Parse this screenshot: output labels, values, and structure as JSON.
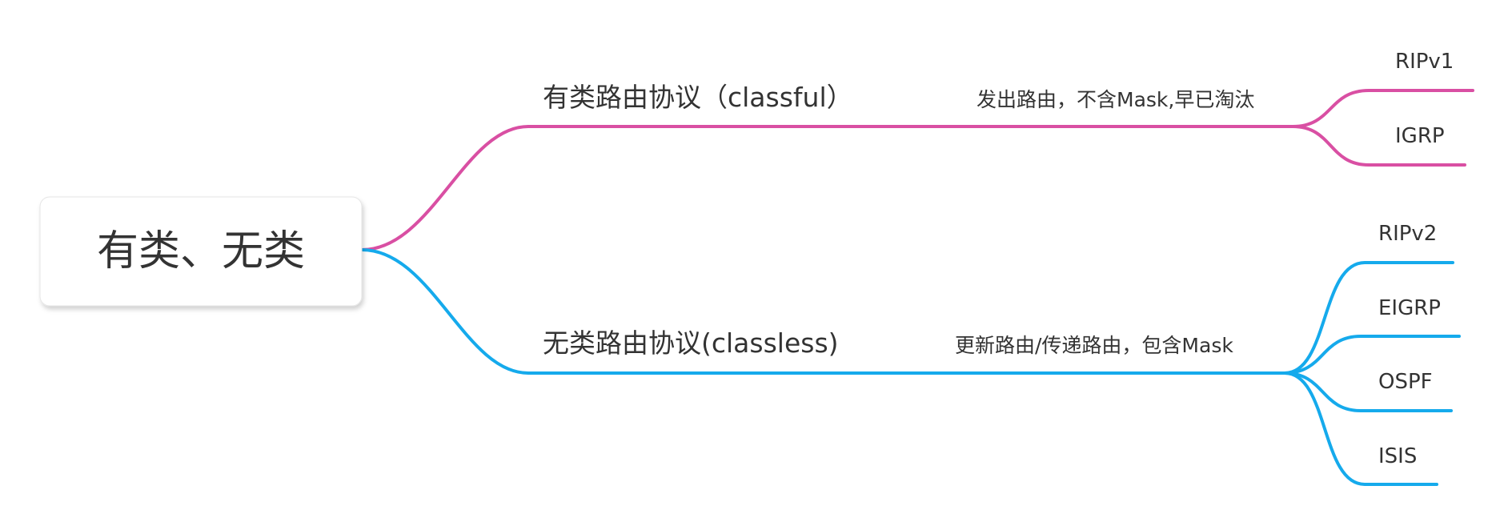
{
  "root": {
    "label": "有类、无类"
  },
  "branches": [
    {
      "label": "有类路由协议（classful）",
      "note": "发出路由，不含Mask,早已淘汰",
      "color": "#D94FA3",
      "leaves": [
        {
          "label": "RIPv1"
        },
        {
          "label": "IGRP"
        }
      ]
    },
    {
      "label": "无类路由协议(classless)",
      "note": "更新路由/传递路由，包含Mask",
      "color": "#15AAEC",
      "leaves": [
        {
          "label": "RIPv2"
        },
        {
          "label": "EIGRP"
        },
        {
          "label": "OSPF"
        },
        {
          "label": "ISIS"
        }
      ]
    }
  ]
}
